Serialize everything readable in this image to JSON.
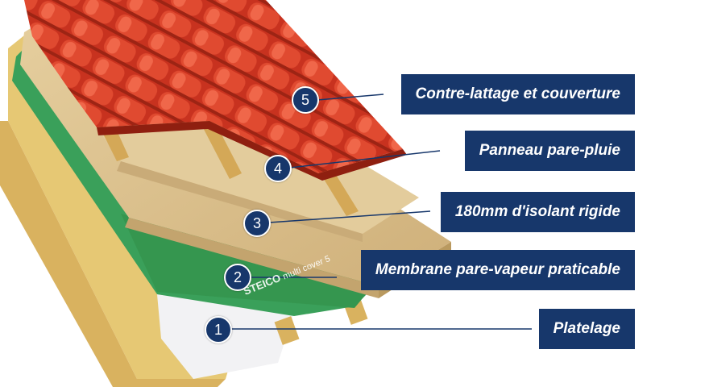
{
  "colors": {
    "label_bg": "#17376b",
    "tile": "#d43a26",
    "insulation": "#ddc193",
    "membrane": "#3aa05a",
    "timber": "#e3c06e"
  },
  "layers": [
    {
      "number": "1",
      "label": "Platelage"
    },
    {
      "number": "2",
      "label": "Membrane pare-vapeur praticable"
    },
    {
      "number": "3",
      "label": "180mm d'isolant rigide"
    },
    {
      "number": "4",
      "label": "Panneau pare-pluie"
    },
    {
      "number": "5",
      "label": "Contre-lattage et couverture"
    }
  ],
  "membrane_print": {
    "brand": "STEICO",
    "product": "multi cover 5"
  }
}
